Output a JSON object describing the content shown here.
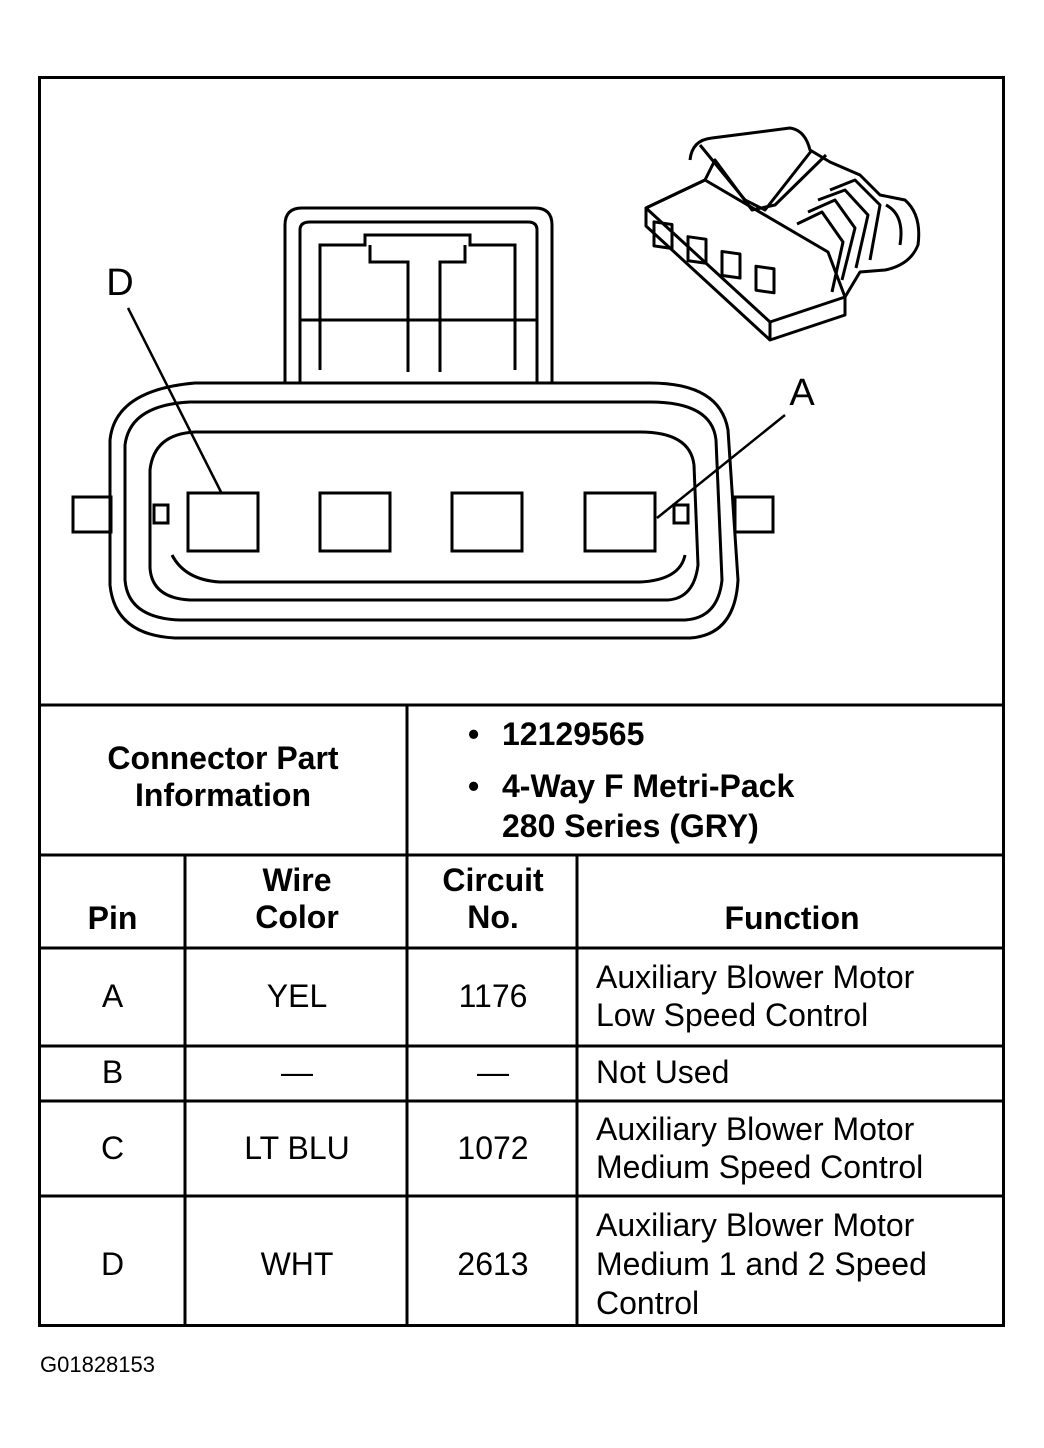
{
  "diagram": {
    "pin_label_left": "D",
    "pin_label_right": "A"
  },
  "part_info": {
    "label_line1": "Connector Part",
    "label_line2": "Information",
    "bullet": "•",
    "part_number": "12129565",
    "description_line1": "4-Way F Metri-Pack",
    "description_line2": "280 Series (GRY)"
  },
  "headers": {
    "pin": "Pin",
    "wire_color_line1": "Wire",
    "wire_color_line2": "Color",
    "circuit_line1": "Circuit",
    "circuit_line2": "No.",
    "function": "Function"
  },
  "rows": [
    {
      "pin": "A",
      "wire": "YEL",
      "circuit": "1176",
      "function": [
        "Auxiliary Blower Motor",
        "Low Speed Control"
      ]
    },
    {
      "pin": "B",
      "wire": "—",
      "circuit": "—",
      "function": [
        "Not Used"
      ]
    },
    {
      "pin": "C",
      "wire": "LT BLU",
      "circuit": "1072",
      "function": [
        "Auxiliary Blower Motor",
        "Medium Speed Control"
      ]
    },
    {
      "pin": "D",
      "wire": "WHT",
      "circuit": "2613",
      "function": [
        "Auxiliary Blower Motor",
        "Medium 1 and 2 Speed",
        "Control"
      ]
    }
  ],
  "figure_code": "G01828153"
}
